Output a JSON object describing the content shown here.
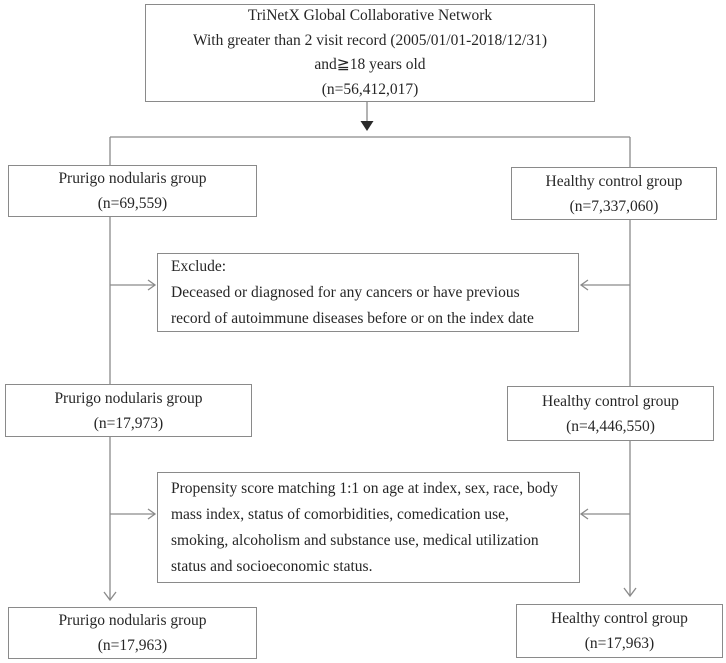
{
  "colors": {
    "background": "#ffffff",
    "box_border": "#8a8a8a",
    "connector": "#8a8a8a",
    "arrowhead": "#2a2a2a",
    "text": "#262626"
  },
  "source_box": {
    "lines": [
      "TriNetX Global Collaborative Network",
      "With greater than 2 visit record (2005/01/01-2018/12/31)",
      "and≧18 years old",
      "(n=56,412,017)"
    ]
  },
  "cohorts": {
    "pn_initial": {
      "label": "Prurigo nodularis group",
      "n": "(n=69,559)"
    },
    "hc_initial": {
      "label": "Healthy control group",
      "n": "(n=7,337,060)"
    },
    "pn_excluded": {
      "label": "Prurigo nodularis group",
      "n": "(n=17,973)"
    },
    "hc_excluded": {
      "label": "Healthy control group",
      "n": "(n=4,446,550)"
    },
    "pn_matched": {
      "label": "Prurigo nodularis group",
      "n": "(n=17,963)"
    },
    "hc_matched": {
      "label": "Healthy control group",
      "n": "(n=17,963)"
    }
  },
  "exclusion_box": {
    "lines": [
      "Exclude:",
      "Deceased or diagnosed for any cancers or have previous",
      "record of autoimmune diseases before or on the index date"
    ]
  },
  "matching_box": {
    "lines": [
      "Propensity score matching 1:1 on age at index, sex, race, body",
      "mass index, status of comorbidities, comedication use,",
      "smoking, alcoholism and substance use, medical utilization",
      "status and socioeconomic status."
    ]
  }
}
